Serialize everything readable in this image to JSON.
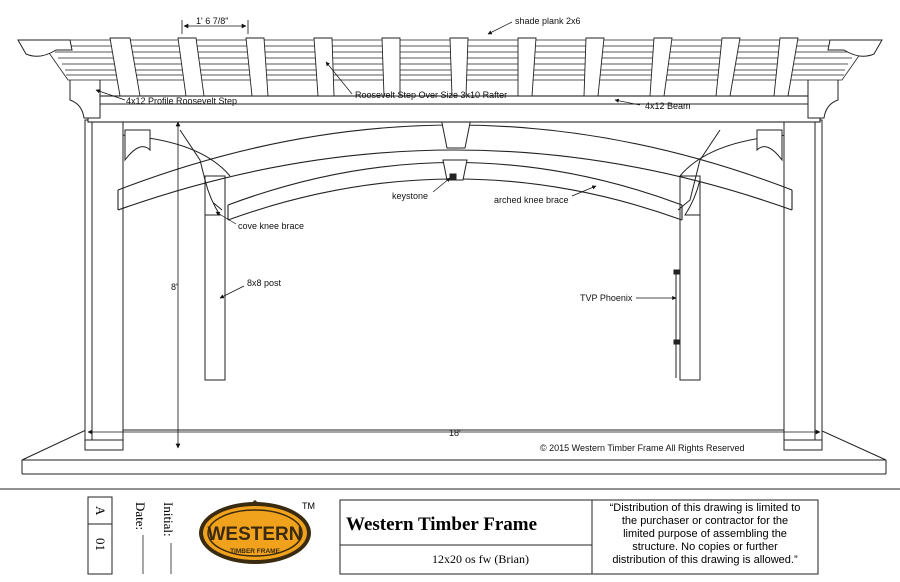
{
  "drawing": {
    "labels": {
      "shade_plank": "shade plank 2x6",
      "rafter_spacing": "1' 6 7/8\"",
      "profile_step": "4x12 Profile Roosevelt Step",
      "rafter": "Roosevelt Step Over Size 3x10 Rafter",
      "beam": "4x12 Beam",
      "keystone": "keystone",
      "arched_knee_brace": "arched knee brace",
      "cove_knee_brace": "cove knee brace",
      "post": "8x8 post",
      "height": "8'",
      "door": "TVP Phoenix",
      "width": "18'",
      "copyright": "© 2015 Western Timber Frame All Rights Reserved"
    }
  },
  "title_block": {
    "sheet_letter": "A",
    "sheet_number": "01",
    "initial_label": "Initial:",
    "date_label": "Date:",
    "logo_word": "WESTERN",
    "logo_sub": "TIMBER FRAME",
    "trademark": "TM",
    "company": "Western Timber Frame",
    "project": "12x20 os fw (Brian)",
    "notice": [
      "“Distribution of this drawing is limited to",
      "the purchaser or contractor for the",
      "limited purpose of assembling the",
      "structure.  No copies or further",
      "distribution of this drawing is allowed.”"
    ],
    "colors": {
      "logo_fill": "#f0a21c",
      "logo_ring": "#3a2a10"
    }
  }
}
